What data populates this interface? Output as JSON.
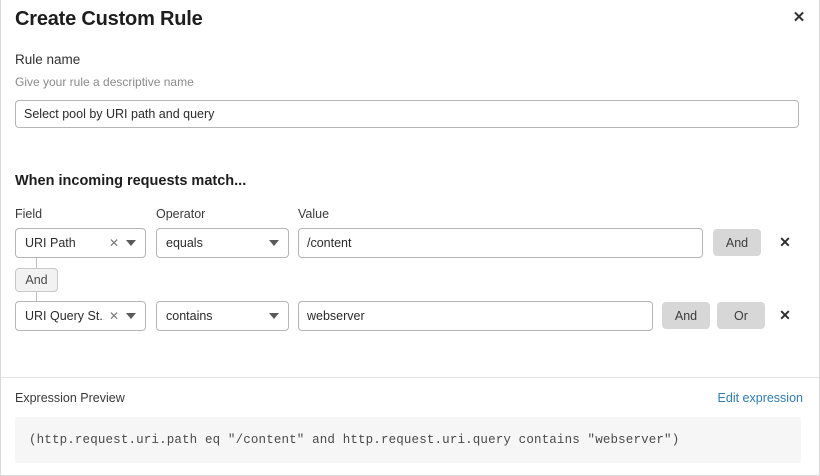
{
  "modal": {
    "title": "Create Custom Rule",
    "close_icon": "close-icon"
  },
  "rule_name": {
    "label": "Rule name",
    "help": "Give your rule a descriptive name",
    "value": "Select pool by URI path and query",
    "placeholder": "Enter rule name"
  },
  "match_section": {
    "heading": "When incoming requests match...",
    "columns": {
      "field": "Field",
      "operator": "Operator",
      "value": "Value"
    },
    "connector": {
      "label": "And"
    },
    "rows": [
      {
        "field": "URI Path",
        "field_clear_icon": "clear-icon",
        "field_caret_icon": "chevron-down-icon",
        "operator": "equals",
        "operator_caret_icon": "chevron-down-icon",
        "value": "/content",
        "value_placeholder": "Enter value",
        "and_label": "And",
        "delete_icon": "close-icon"
      },
      {
        "field": "URI Query St...",
        "field_clear_icon": "clear-icon",
        "field_caret_icon": "chevron-down-icon",
        "operator": "contains",
        "operator_caret_icon": "chevron-down-icon",
        "value": "webserver",
        "value_placeholder": "Enter value",
        "and_label": "And",
        "or_label": "Or",
        "delete_icon": "close-icon"
      }
    ]
  },
  "expression_preview": {
    "label": "Expression Preview",
    "edit_link": "Edit expression",
    "expression": "(http.request.uri.path eq \"/content\" and http.request.uri.query contains \"webserver\")"
  },
  "colors": {
    "link": "#2f7cb0",
    "button_gray": "#d7d7d7",
    "code_bg": "#f6f6f6",
    "border": "#b5b5b5"
  }
}
